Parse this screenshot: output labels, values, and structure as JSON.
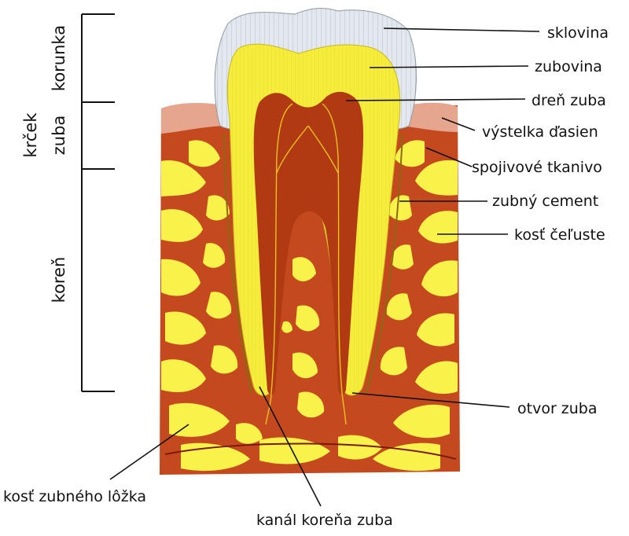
{
  "sections": {
    "korunka": "korunka",
    "krcek_line1": "krček",
    "krcek_line2": "zuba",
    "koren": "koreň"
  },
  "labels": {
    "sklovina": "sklovina",
    "zubovina": "zubovina",
    "dren": "dreň zuba",
    "vystelka": "výstelka ďasien",
    "spojivove": "spojivové tkanivo",
    "cement": "zubný cement",
    "kost_celuste": "kosť čeľuste",
    "otvor": "otvor zuba",
    "kost_lozka": "kosť zubného lôžka",
    "kanal": "kanál koreňa zuba"
  },
  "colors": {
    "enamel": "#dfe4ea",
    "dentin": "#f7ee3a",
    "pulp": "#b13a12",
    "bone_yellow": "#f9f24a",
    "bone_red": "#c24a1e",
    "gum": "#e6a58d",
    "nerve": "#e8c21f"
  }
}
